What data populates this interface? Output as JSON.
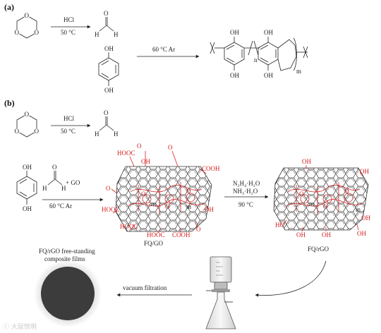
{
  "panels": {
    "a": "(a)",
    "b": "(b)"
  },
  "reactions": {
    "hcl_a": "HCl",
    "temp_a": "50 °C",
    "ar_a": "60 °C Ar",
    "hcl_b": "HCl",
    "temp_b": "50 °C",
    "ar_b": "60 °C Ar",
    "go_plus": "+ GO",
    "reduct_1": "N₂H₄·H₂O",
    "reduct_2": "NH₃·H₂O",
    "reduct_temp": "90 °C",
    "filtration": "vacuum filtration"
  },
  "atoms": {
    "o": "O",
    "oh": "OH",
    "ho": "HO",
    "h": "H",
    "cooh": "COOH",
    "hooc": "HOOC",
    "n": "n",
    "m": "m"
  },
  "products": {
    "fqgo": "FQ/GO",
    "fqrgo": "FQ/rGO",
    "films_1": "FQ/rGO free-standing",
    "films_2": "composite films"
  },
  "watermark": "ⓒ 大鼠悦明"
}
